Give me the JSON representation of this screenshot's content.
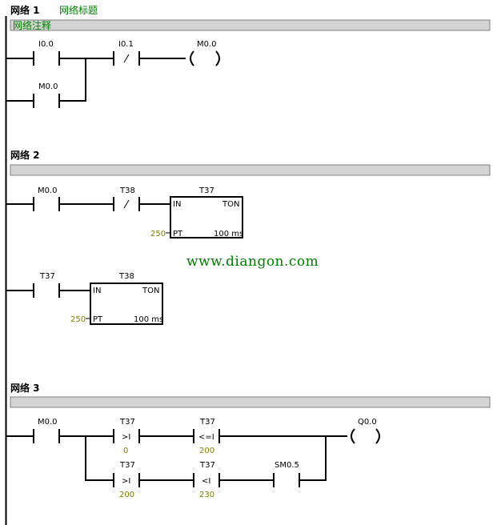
{
  "networks": [
    {
      "header": "网络 1",
      "title": "网络标题",
      "comment": "网络注释"
    },
    {
      "header": "网络 2",
      "title": "",
      "comment": ""
    },
    {
      "header": "网络 3",
      "title": "",
      "comment": ""
    }
  ],
  "net1": {
    "c1": "I0.0",
    "c2": "I0.1",
    "coil": "M0.0",
    "branch": "M0.0"
  },
  "net2": {
    "r1c1": "M0.0",
    "r1c2": "T38",
    "timer1": {
      "name": "T37",
      "in": "IN",
      "type": "TON",
      "pt_label": "PT",
      "pt_value": "250",
      "res": "100 ms"
    },
    "r2c1": "T37",
    "timer2": {
      "name": "T38",
      "in": "IN",
      "type": "TON",
      "pt_label": "PT",
      "pt_value": "250",
      "res": "100 ms"
    }
  },
  "watermark": "www.diangon.com",
  "net3": {
    "c1": "M0.0",
    "cmp1": {
      "name": "T37",
      "op": ">I",
      "val": "0"
    },
    "cmp2": {
      "name": "T37",
      "op": "<=I",
      "val": "200"
    },
    "coil": "Q0.0",
    "cmp3": {
      "name": "T37",
      "op": ">I",
      "val": "200"
    },
    "cmp4": {
      "name": "T37",
      "op": "<I",
      "val": "230"
    },
    "c2": "SM0.5"
  }
}
